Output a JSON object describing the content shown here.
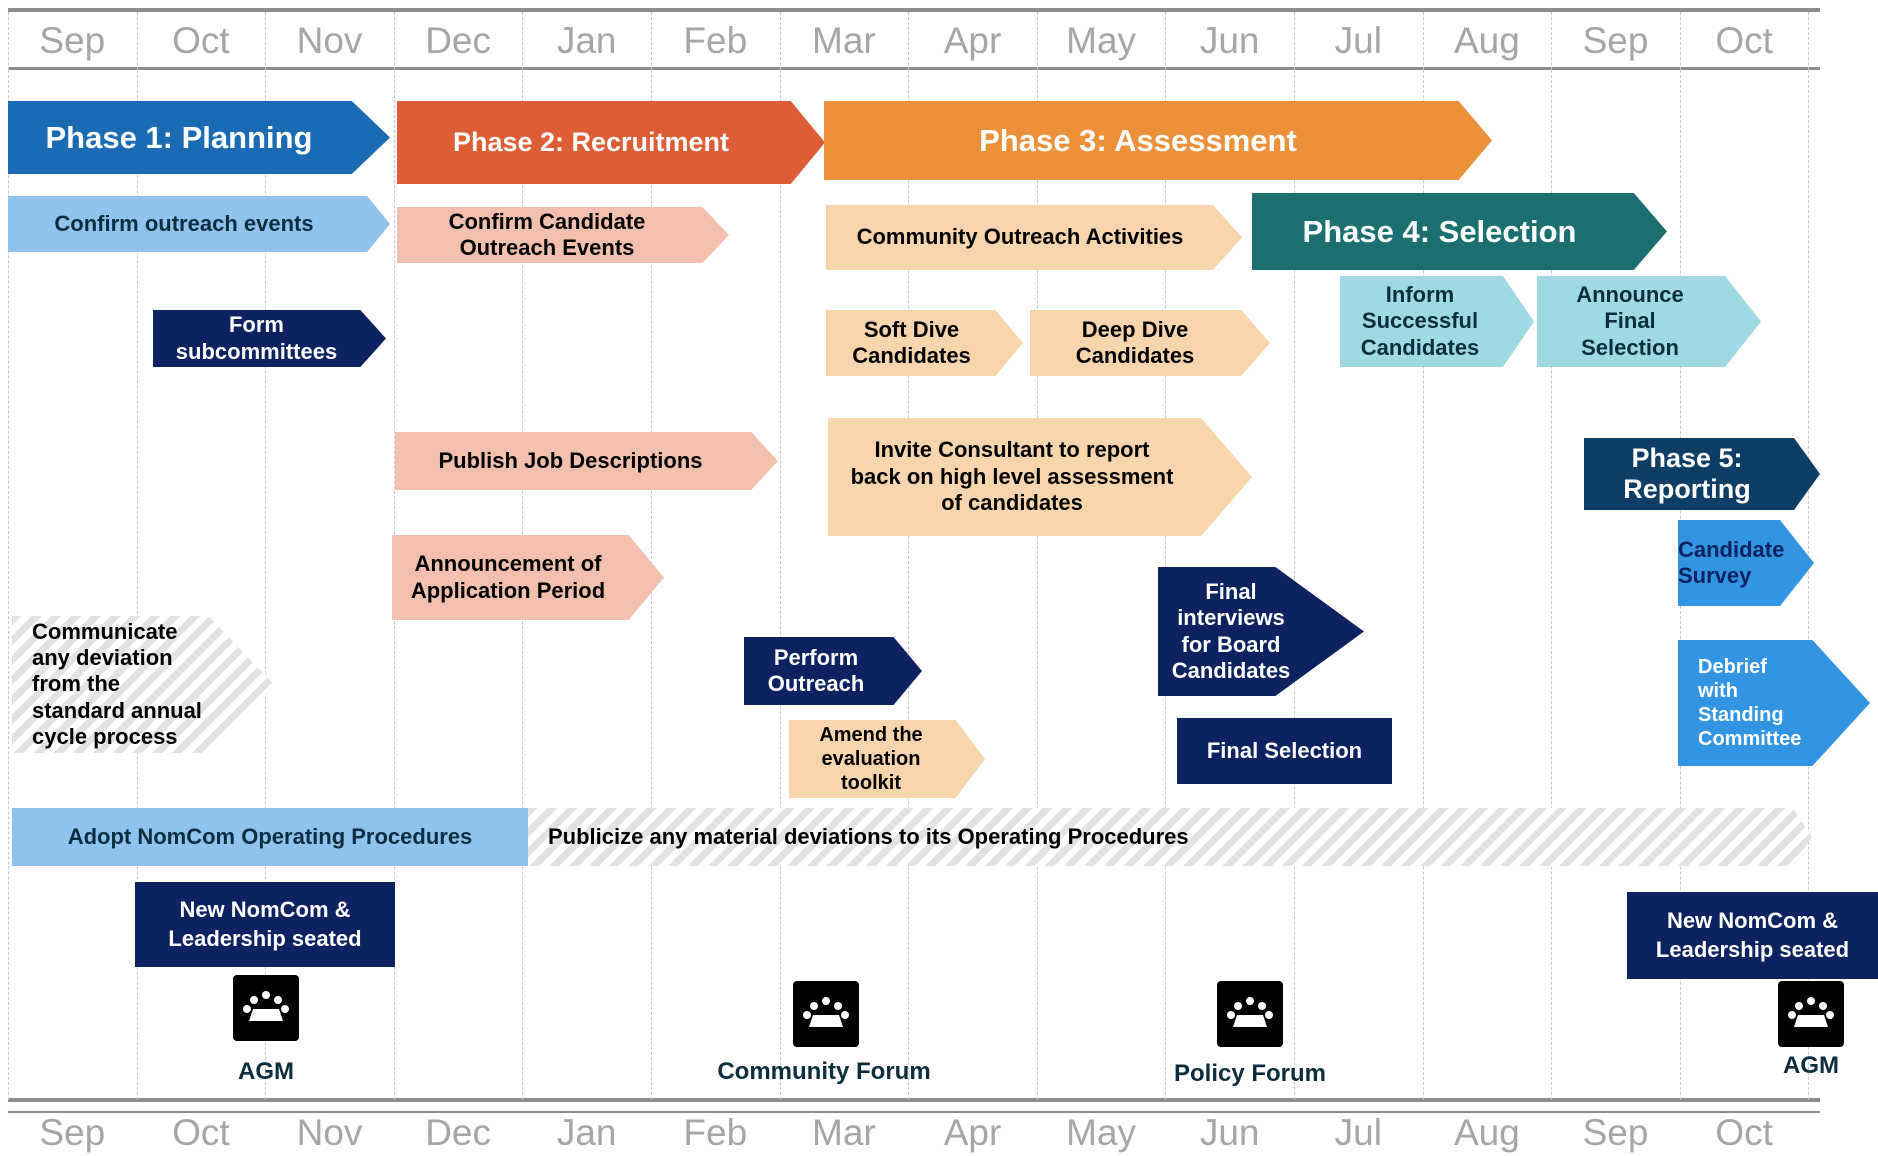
{
  "months": [
    "Sep",
    "Oct",
    "Nov",
    "Dec",
    "Jan",
    "Feb",
    "Mar",
    "Apr",
    "May",
    "Jun",
    "Jul",
    "Aug",
    "Sep",
    "Oct"
  ],
  "colors": {
    "phase1": "#1a6bb4",
    "phase2": "#dd5d34",
    "phase3": "#ec913a",
    "phase4": "#1c6f70",
    "phase5": "#0e3d66",
    "light_blue": "#8fc3ee",
    "salmon": "#f2c0ad",
    "peach": "#f8d5ad",
    "teal_light": "#9fd9e4",
    "navy": "#0d2260",
    "bright_blue": "#3295e4",
    "hatch": "#e3e3e3"
  },
  "phases": {
    "phase1": "Phase 1: Planning",
    "phase2": "Phase 2: Recruitment",
    "phase3": "Phase 3: Assessment",
    "phase4": "Phase 4: Selection",
    "phase5": "Phase 5:\nReporting"
  },
  "tasks": {
    "confirm_outreach": "Confirm outreach events",
    "form_subcommittees": "Form\nsubcommittees",
    "confirm_candidate_outreach": "Confirm Candidate\nOutreach Events",
    "publish_job_descriptions": "Publish Job Descriptions",
    "announcement_application": "Announcement of\nApplication Period",
    "community_outreach": "Community Outreach Activities",
    "soft_dive": "Soft Dive\nCandidates",
    "deep_dive": "Deep Dive\nCandidates",
    "invite_consultant": "Invite Consultant to report\nback on high level assessment\nof candidates",
    "perform_outreach": "Perform\nOutreach",
    "amend_toolkit": "Amend the\nevaluation\ntoolkit",
    "inform_successful": "Inform\nSuccessful\nCandidates",
    "announce_final": "Announce\nFinal\nSelection",
    "final_interviews": "Final\ninterviews\nfor Board\nCandidates",
    "final_selection": "Final Selection",
    "candidate_survey": "Candidate\nSurvey",
    "debrief": "Debrief\nwith\nStanding\nCommittee",
    "communicate_deviation": "Communicate\nany deviation\nfrom the\nstandard annual\ncycle process",
    "adopt_procedures": "Adopt NomCom Operating Procedures",
    "publicize_deviations": "Publicize any material deviations to its Operating Procedures",
    "new_nomcom_1": "New NomCom &\nLeadership seated",
    "new_nomcom_2": "New NomCom &\nLeadership seated"
  },
  "meetings": {
    "agm_1": "AGM",
    "community_forum": "Community Forum",
    "policy_forum": "Policy Forum",
    "agm_2": "AGM"
  },
  "icons": {
    "meeting": "meeting-icon"
  }
}
